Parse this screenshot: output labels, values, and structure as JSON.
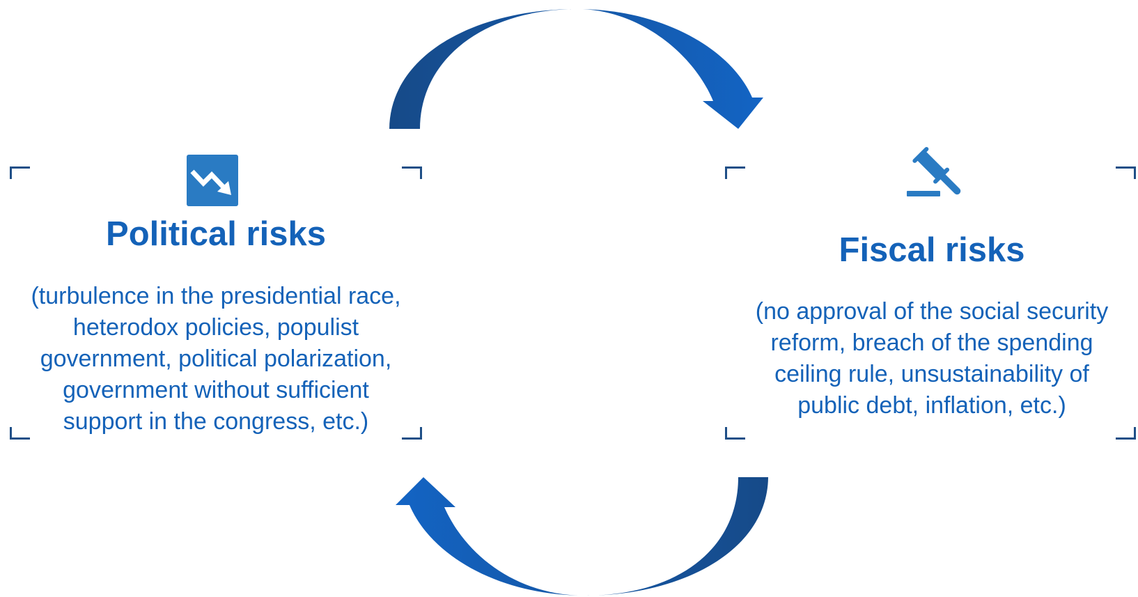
{
  "colors": {
    "accent": "#1462b8",
    "arrow_dark": "#164a88",
    "arrow_light": "#1364c4",
    "icon_bg": "#2a7bc3",
    "bracket": "#1f4f87"
  },
  "left_box": {
    "icon": "chart-down-trend-icon",
    "title": "Political risks",
    "desc_lines": [
      "(turbulence in the presidential race,",
      "heterodox policies, populist",
      "government, political polarization,",
      "government without sufficient",
      "support in the congress, etc.)"
    ]
  },
  "right_box": {
    "icon": "gavel-icon",
    "title": "Fiscal risks",
    "desc_lines": [
      "(no approval of the social security",
      "reform, breach of the spending",
      "ceiling rule, unsustainability of",
      "public debt, inflation, etc.)"
    ]
  }
}
